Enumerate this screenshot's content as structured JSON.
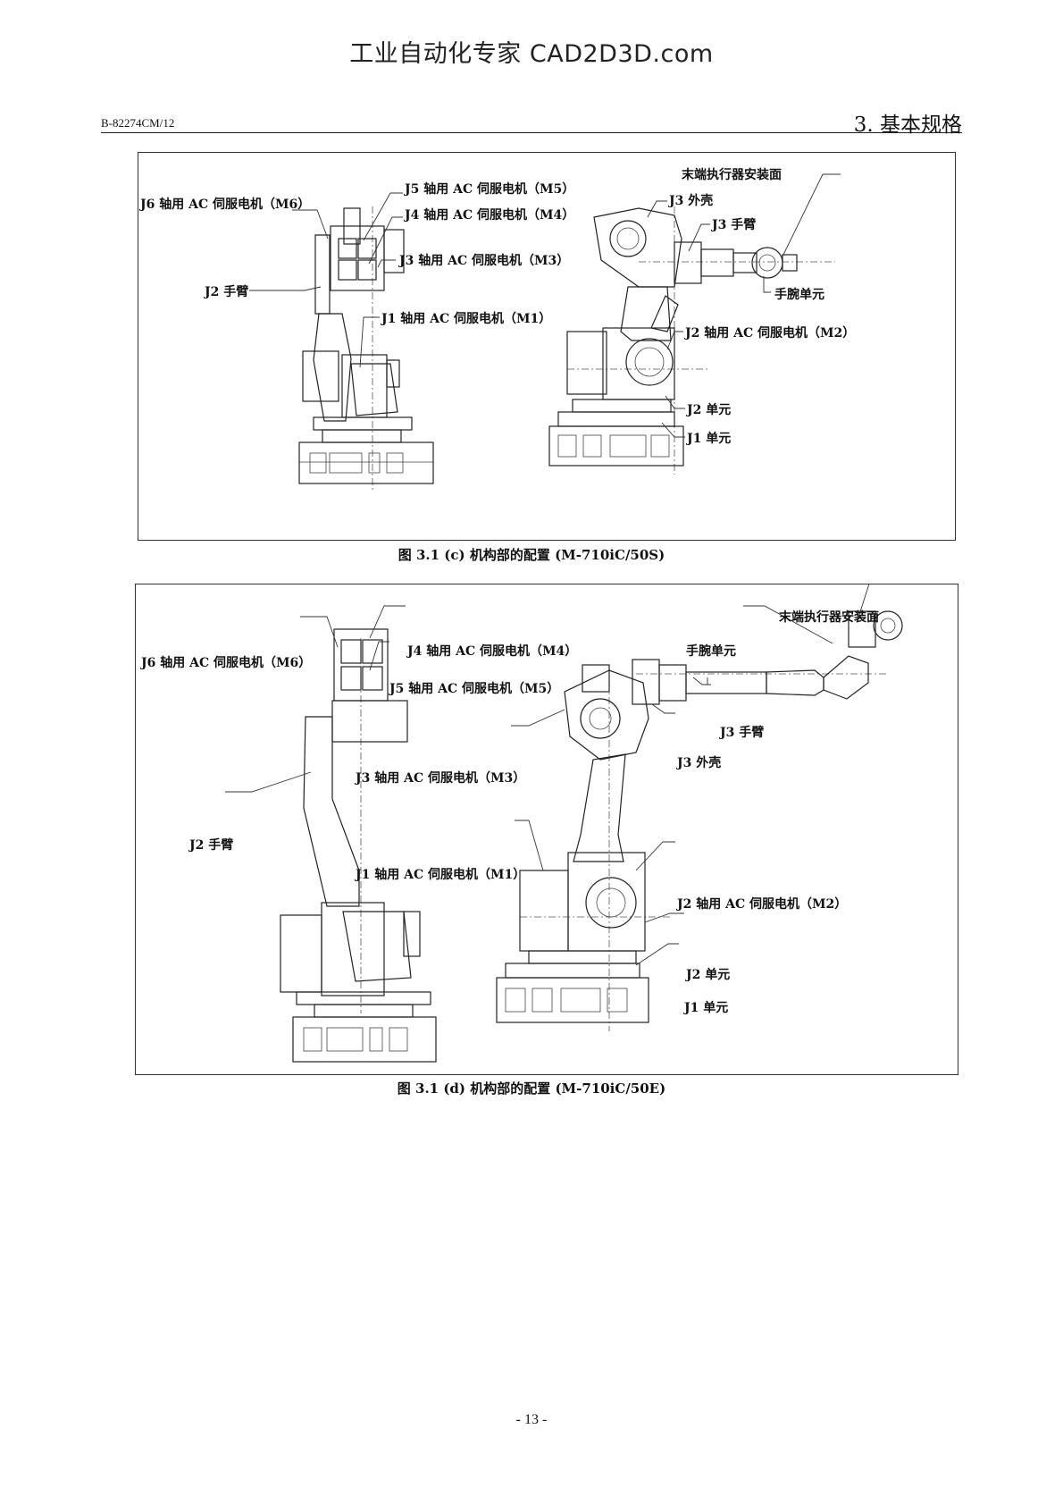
{
  "watermark": "工业自动化专家 CAD2D3D.com",
  "header": {
    "doc_number": "B-82274CM/12",
    "section_title": "3. 基本规格"
  },
  "figure_c": {
    "caption": "图 3.1 (c) 机构部的配置 (M-710iC/50S)",
    "labels": {
      "j6_motor": "J6 轴用 AC 伺服电机（M6）",
      "j5_motor": "J5 轴用 AC 伺服电机（M5）",
      "j4_motor": "J4 轴用 AC 伺服电机（M4）",
      "j3_motor": "J3 轴用 AC 伺服电机（M3）",
      "j2_arm": "J2 手臂",
      "j1_motor": "J1 轴用 AC 伺服电机（M1）",
      "end_effector_face": "末端执行器安装面",
      "j3_casing": "J3 外壳",
      "j3_arm": "J3 手臂",
      "wrist_unit": "手腕单元",
      "j2_motor": "J2 轴用 AC 伺服电机（M2）",
      "j2_unit": "J2 单元",
      "j1_unit": "J1 单元"
    }
  },
  "figure_d": {
    "caption": "图 3.1 (d) 机构部的配置 (M-710iC/50E)",
    "labels": {
      "end_effector_face": "末端执行器安装面",
      "j6_motor": "J6 轴用 AC 伺服电机（M6）",
      "j4_motor": "J4 轴用 AC 伺服电机（M4）",
      "wrist_unit": "手腕单元",
      "j5_motor": "J5 轴用 AC 伺服电机（M5）",
      "j3_arm": "J3 手臂",
      "j3_motor": "J3 轴用 AC 伺服电机（M3）",
      "j3_casing": "J3 外壳",
      "j2_arm": "J2 手臂",
      "j1_motor": "J1 轴用 AC 伺服电机（M1）",
      "j2_motor": "J2 轴用 AC 伺服电机（M2）",
      "j2_unit": "J2 单元",
      "j1_unit": "J1 单元"
    }
  },
  "page_number": "- 13 -"
}
